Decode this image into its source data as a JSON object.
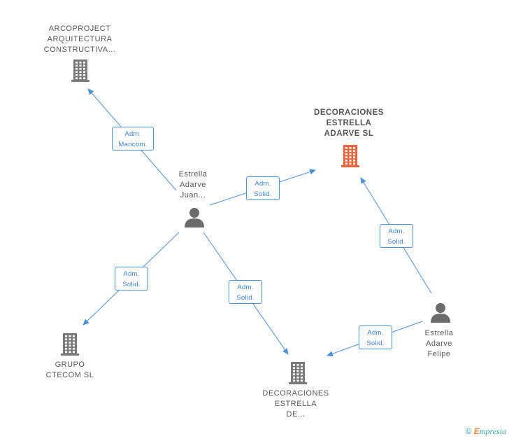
{
  "nodes": {
    "arcoproject": {
      "label": "ARCOPROJECT\nARQUITECTURA\nCONSTRUCTIVA...",
      "type": "company"
    },
    "decoraciones_main": {
      "label": "DECORACIONES\nESTRELLA\nADARVE SL",
      "type": "company-highlight"
    },
    "estrella_juan": {
      "label": "Estrella\nAdarve\nJuan...",
      "type": "person"
    },
    "grupo_ctecom": {
      "label": "GRUPO\nCTECOM SL",
      "type": "company"
    },
    "decoraciones_de": {
      "label": "DECORACIONES\nESTRELLA\nDE...",
      "type": "company"
    },
    "estrella_felipe": {
      "label": "Estrella\nAdarve\nFelipe",
      "type": "person"
    }
  },
  "edges": {
    "juan_arcoproject": "Adm.\nMancom.",
    "juan_decoraciones_main": "Adm.\nSolid.",
    "juan_grupo": "Adm.\nSolid.",
    "juan_decoraciones_de": "Adm.\nSolid.",
    "felipe_decoraciones_main": "Adm.\nSolid.",
    "felipe_decoraciones_de": "Adm.\nSolid."
  },
  "colors": {
    "edge": "#4a90d9",
    "company_icon": "#7a7a7a",
    "highlight_icon": "#f0643c",
    "person_icon": "#6b6b6b"
  },
  "icons": {
    "company": "building-icon",
    "person": "person-icon"
  },
  "footer": {
    "copyright": "©",
    "brand_e": "E",
    "brand_rest": "mpresia"
  }
}
